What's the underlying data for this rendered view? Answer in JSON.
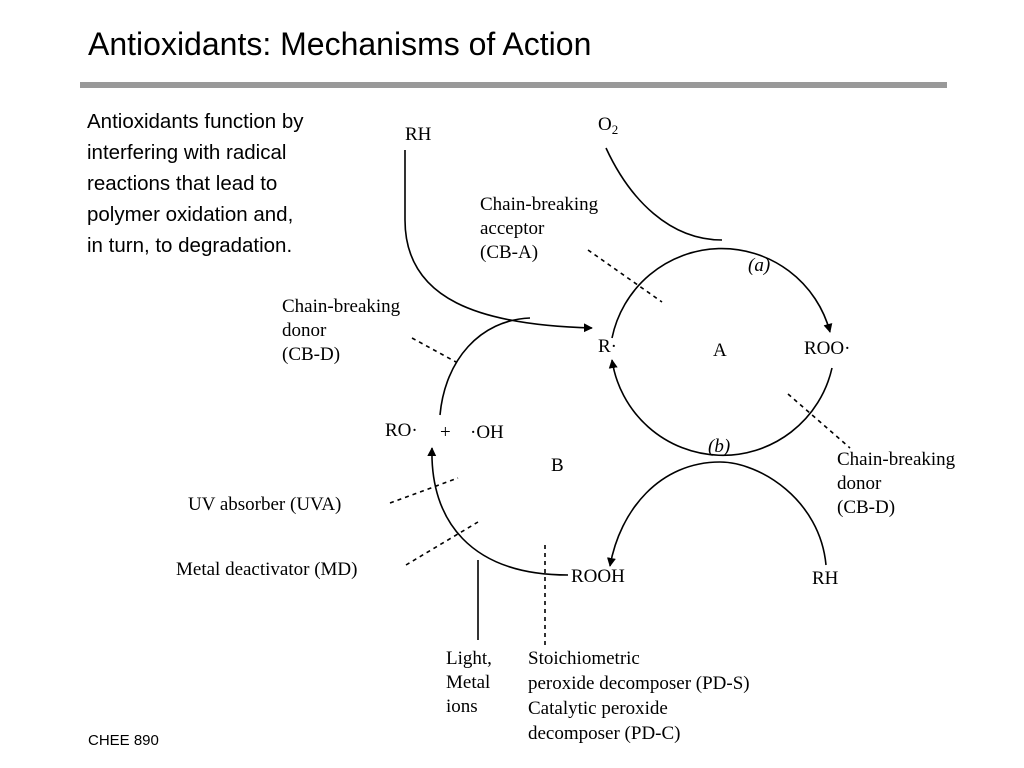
{
  "slide": {
    "title": "Antioxidants: Mechanisms of Action",
    "body_lines": [
      "Antioxidants function by",
      "interfering with radical",
      "reactions that lead to",
      "polymer oxidation and,",
      "in turn, to degradation."
    ],
    "footer": "CHEE 890"
  },
  "diagram": {
    "species": {
      "rh_top": "RH",
      "o2": "O",
      "o2_sub": "2",
      "r_radical": "R·",
      "roo_radical": "ROO·",
      "rooh": "ROOH",
      "rh_bottom": "RH",
      "ro_radical": "RO·",
      "plus": "+",
      "oh_radical": "·OH"
    },
    "cycles": {
      "a_label": "A",
      "b_label": "B",
      "step_a": "(a)",
      "step_b": "(b)"
    },
    "annotations": {
      "cba_lines": [
        "Chain-breaking",
        "acceptor",
        "(CB-A)"
      ],
      "cbd_left_lines": [
        "Chain-breaking",
        "donor",
        "(CB-D)"
      ],
      "cbd_right_lines": [
        "Chain-breaking",
        "donor",
        "(CB-D)"
      ],
      "uva": "UV absorber (UVA)",
      "md": "Metal deactivator (MD)",
      "light_lines": [
        "Light,",
        "Metal",
        "ions"
      ],
      "pds_lines": [
        "Stoichiometric",
        "peroxide decomposer (PD-S)"
      ],
      "pdc_lines": [
        "Catalytic peroxide",
        "decomposer (PD-C)"
      ]
    }
  }
}
